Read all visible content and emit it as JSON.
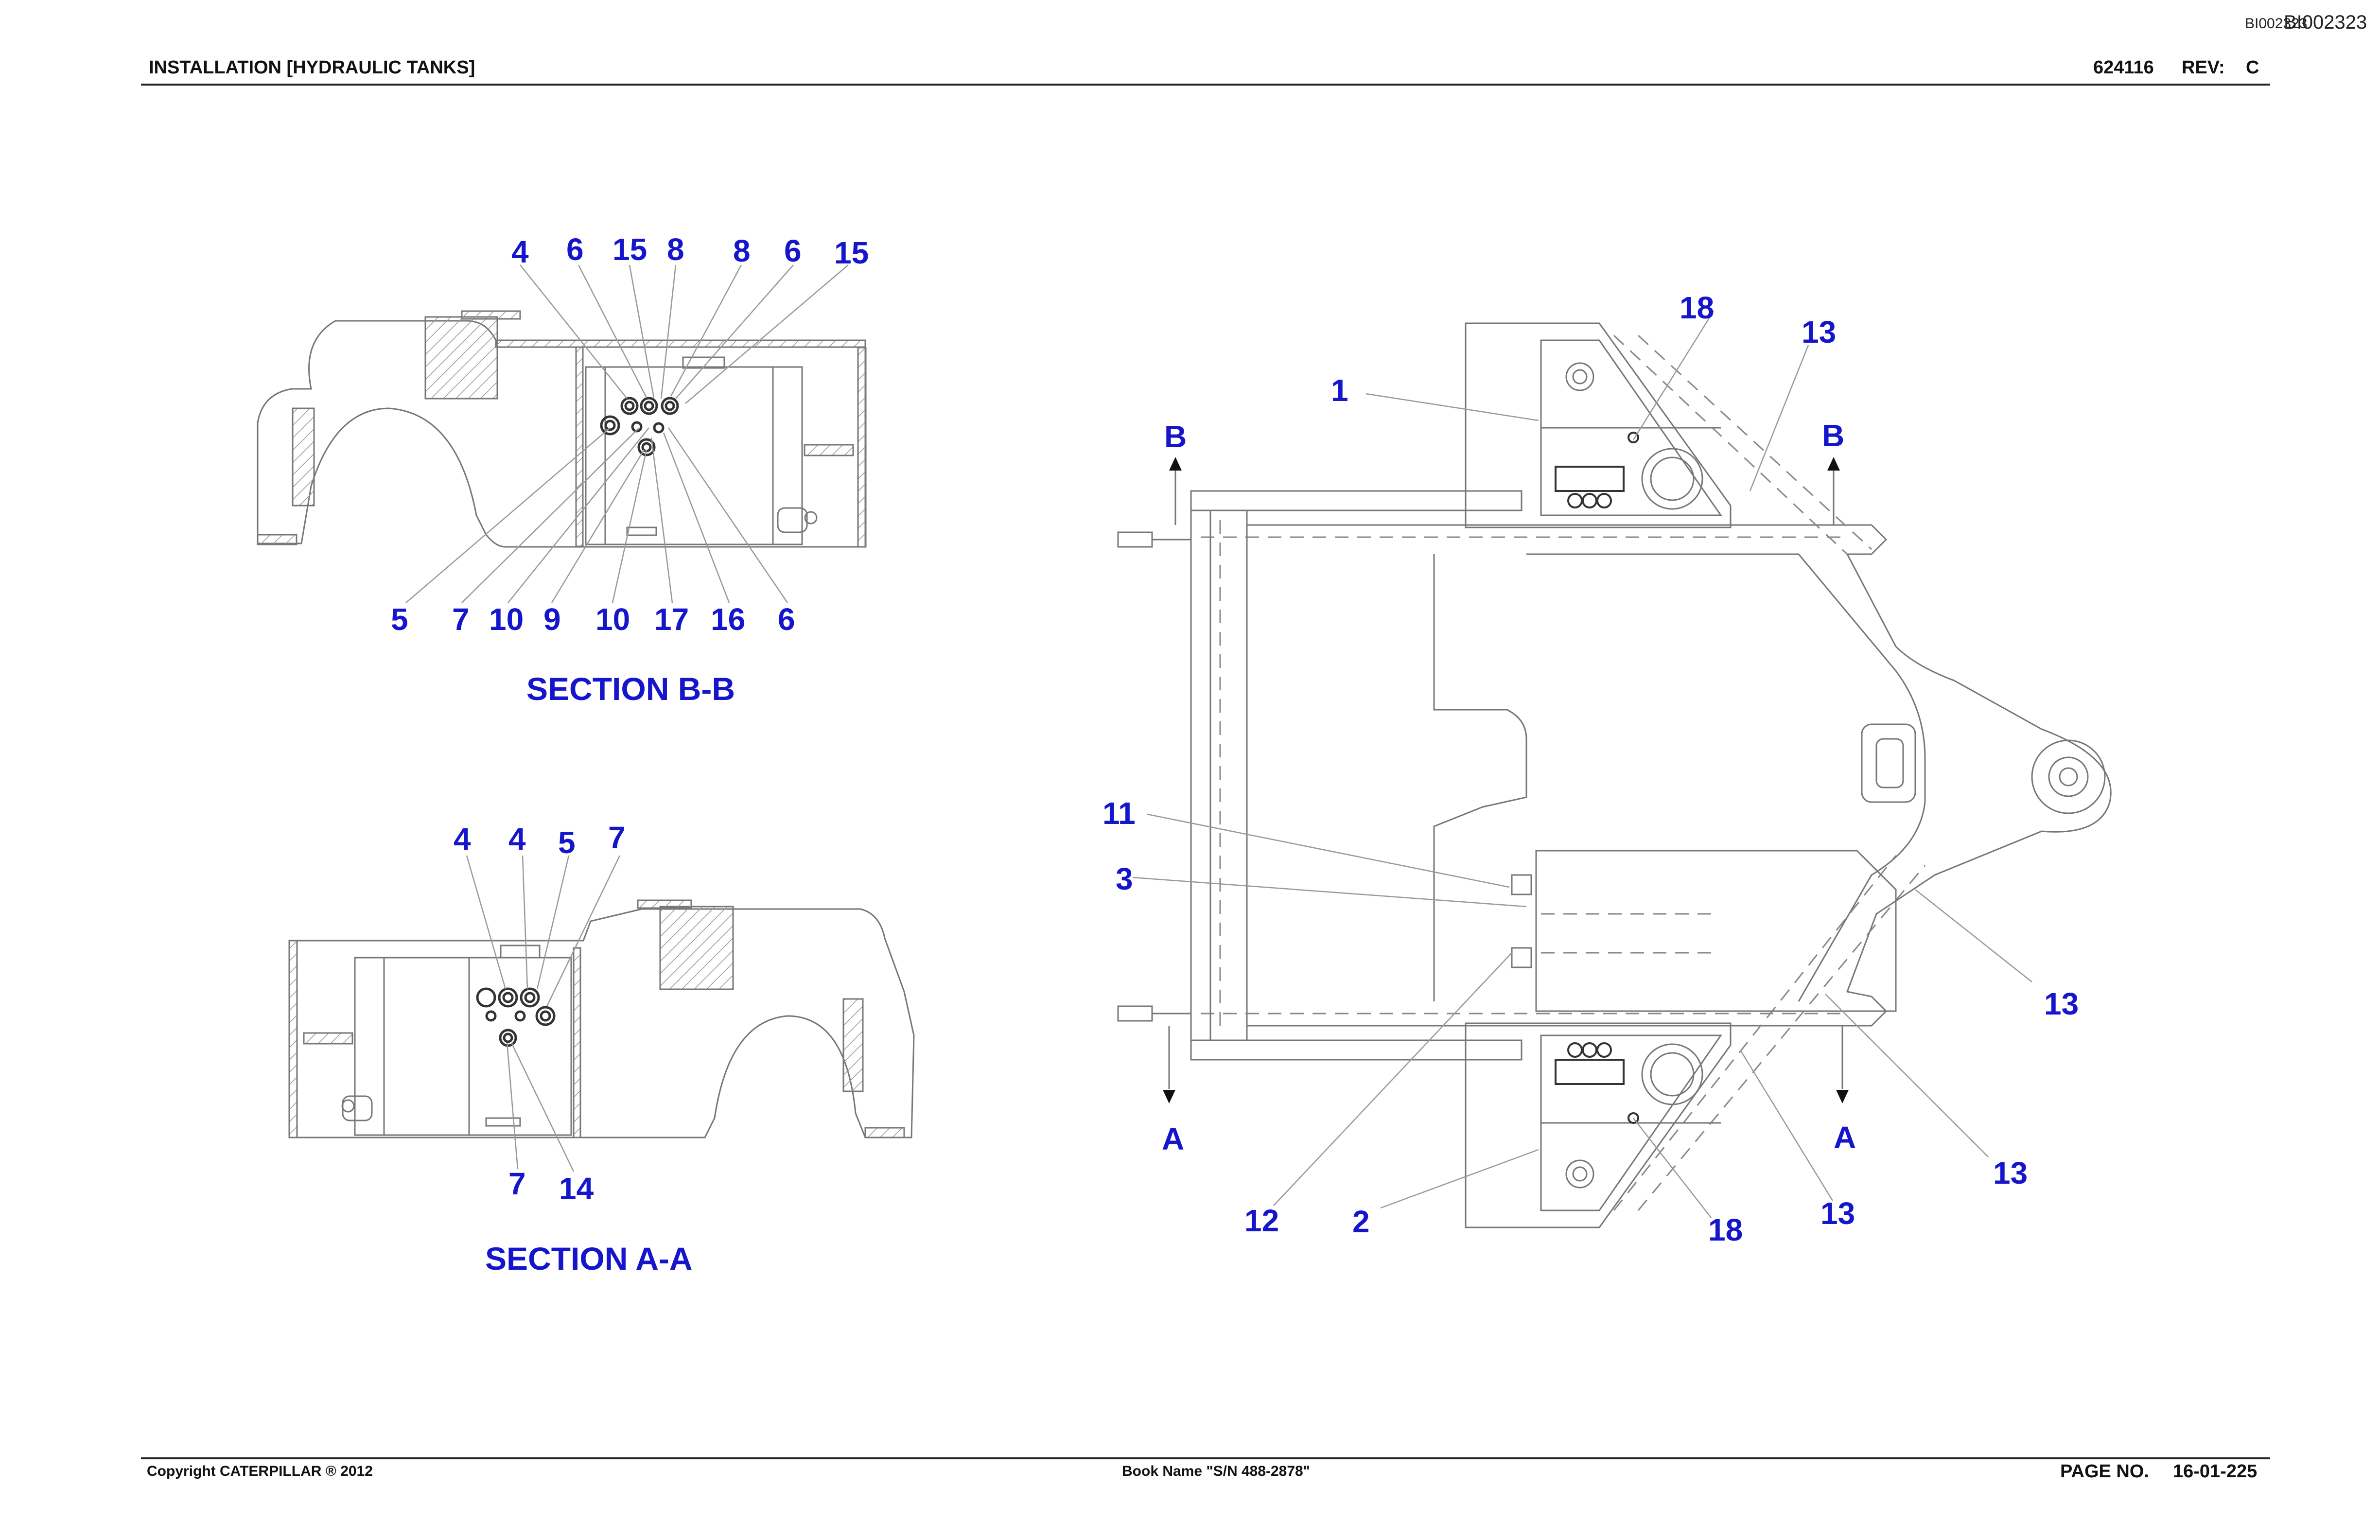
{
  "header": {
    "title": "INSTALLATION [HYDRAULIC TANKS]",
    "doc_number": "624116",
    "rev_label": "REV:",
    "rev_value": "C",
    "image_id": "BI002323",
    "image_id_overlap": "BI002323"
  },
  "footer": {
    "copyright": "Copyright CATERPILLAR ® 2012",
    "book_name": "Book Name \"S/N 488-2878\"",
    "page_label": "PAGE NO.",
    "page_value": "16-01-225"
  },
  "section_bb": {
    "title": "SECTION B-B",
    "top_callouts": [
      "4",
      "6",
      "15",
      "8",
      "8",
      "6",
      "15"
    ],
    "bottom_callouts": [
      "5",
      "7",
      "10",
      "9",
      "10",
      "17",
      "16",
      "6"
    ]
  },
  "section_aa": {
    "title": "SECTION A-A",
    "top_callouts": [
      "4",
      "4",
      "5",
      "7"
    ],
    "bottom_callouts": [
      "7",
      "14"
    ]
  },
  "plan_view": {
    "callouts": [
      "18",
      "13",
      "1",
      "B",
      "B",
      "11",
      "3",
      "13",
      "A",
      "A",
      "13",
      "12",
      "2",
      "18",
      "13"
    ]
  },
  "colors": {
    "callout": "#1515cc",
    "line": "#777777",
    "text": "#111111"
  }
}
